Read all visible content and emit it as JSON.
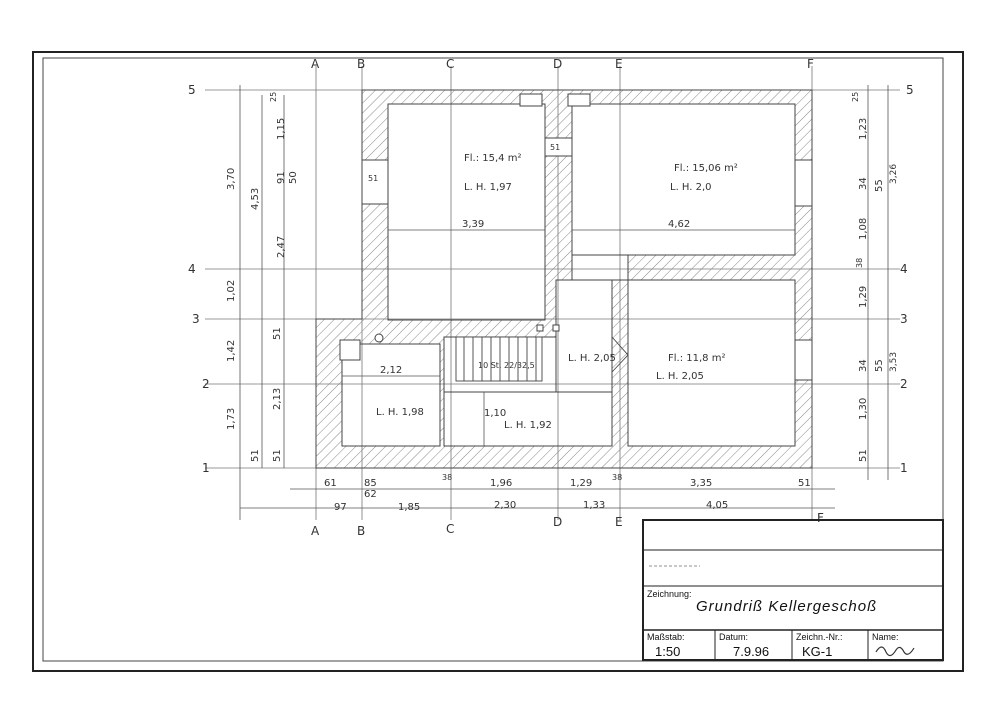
{
  "grid": {
    "columns": [
      "A",
      "B",
      "C",
      "D",
      "E",
      "F"
    ],
    "rows": [
      "5",
      "4",
      "3",
      "2",
      "1"
    ]
  },
  "rooms": [
    {
      "area": "Fl.: 15,4 m²",
      "height": "L. H. 1,97",
      "width": "3,39"
    },
    {
      "area": "Fl.: 15,06 m²",
      "height": "L. H. 2,0",
      "width": "4,62"
    },
    {
      "area": "Fl.: 11,8 m²",
      "height": "L. H. 2,05"
    },
    {
      "width": "2,12",
      "height": "L. H. 1,98"
    },
    {
      "height": "L. H. 1,92",
      "depth": "1,10"
    },
    {
      "height": "L. H. 2,05"
    }
  ],
  "stair_label": "10 St. 22/32,5",
  "dims": {
    "bottom1": [
      "61",
      "85",
      "38",
      "1,96",
      "1,29",
      "38",
      "3,35",
      "51"
    ],
    "bottom2": [
      "97",
      "62",
      "1,85",
      "2,30",
      "1,33",
      "4,05"
    ],
    "left1": [
      "3,70",
      "1,02",
      "1,42",
      "1,73"
    ],
    "left2": [
      "4,53",
      "2,13",
      "51"
    ],
    "left3": [
      "1,15",
      "91",
      "2,47",
      "51",
      "51"
    ],
    "left4": [
      "25",
      "50"
    ],
    "right1": [
      "1,23",
      "34",
      "1,08",
      "1,29",
      "34",
      "1,30",
      "51"
    ],
    "right2": [
      "25",
      "55",
      "38",
      "55"
    ],
    "right3": [
      "3,26",
      "3,53"
    ],
    "openings": [
      "51",
      "51"
    ]
  },
  "title_block": {
    "label_drawing": "Zeichnung:",
    "drawing": "Grundriß Kellergeschoß",
    "label_scale": "Maßstab:",
    "scale": "1:50",
    "label_date": "Datum:",
    "date": "7.9.96",
    "label_number": "Zeichn.-Nr.:",
    "number": "KG-1",
    "label_name": "Name:"
  }
}
